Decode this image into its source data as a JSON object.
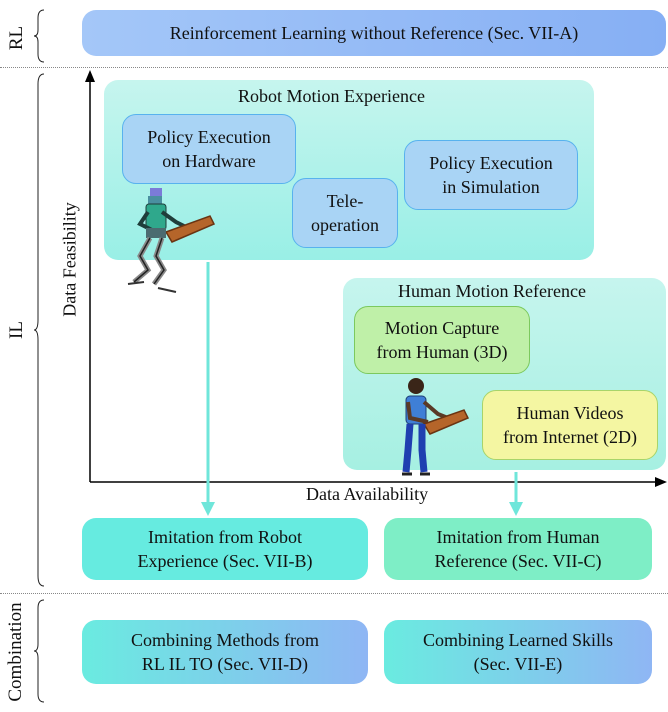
{
  "sections": {
    "rl": "RL",
    "il": "IL",
    "combination": "Combination"
  },
  "top_bar": "Reinforcement Learning without Reference (Sec. VII-A)",
  "axes": {
    "x": "Data Availability",
    "y": "Data Feasibility"
  },
  "robot_group": {
    "title": "Robot Motion Experience",
    "hardware": [
      "Policy Execution",
      "on Hardware"
    ],
    "teleop": [
      "Tele-",
      "operation"
    ],
    "simulation": [
      "Policy Execution",
      "in Simulation"
    ]
  },
  "human_group": {
    "title": "Human Motion Reference",
    "mocap": [
      "Motion Capture",
      "from Human (3D)"
    ],
    "videos": [
      "Human Videos",
      "from Internet (2D)"
    ]
  },
  "outputs": {
    "robot": [
      "Imitation from Robot",
      "Experience (Sec. VII-B)"
    ],
    "human": [
      "Imitation from Human",
      "Reference (Sec. VII-C)"
    ]
  },
  "combination": {
    "methods": [
      "Combining Methods from",
      "RL IL TO (Sec. VII-D)"
    ],
    "skills": [
      "Combining Learned Skills",
      "(Sec. VII-E)"
    ]
  },
  "colors": {
    "blue_bar": "#8db4f5",
    "cyan": "#5ee8dc",
    "arrow": "#6fe6da",
    "group_fill": "#a8f0e8"
  },
  "icons": [
    "robot-icon",
    "human-icon"
  ]
}
